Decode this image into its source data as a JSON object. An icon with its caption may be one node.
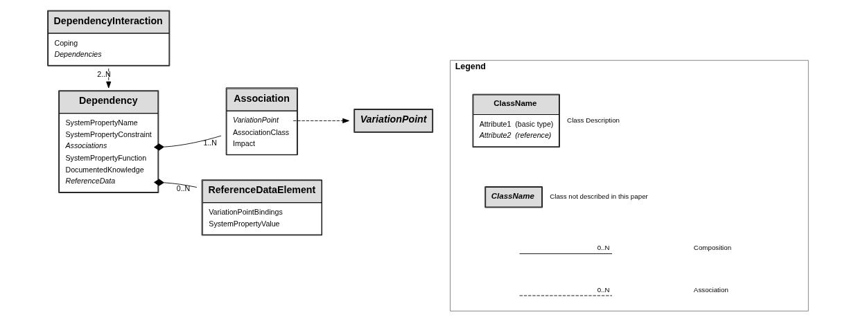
{
  "diagram": {
    "nodes": [
      {
        "text": [
          "Dependency",
          "SystemPropertyName",
          "SystemPropertyConstraint",
          "Associations",
          "SystemPropertyFunction",
          "DocumentedKnowledge",
          "ReferenceData"
        ]
      },
      {
        "text": [
          "Association",
          "VariationPoint",
          "AssociationClass",
          "Impact"
        ]
      },
      {
        "text": [
          "VariationPoint"
        ]
      },
      {
        "text": [
          "ReferenceDataElement",
          "VariationPointBindings",
          "SystemPropertyValue"
        ]
      },
      {
        "text": [
          "DependencyInteraction",
          "Coping",
          "Dependencies"
        ]
      },
      {
        "text": [
          "Legend"
        ]
      },
      {
        "text": [
          "ClassName",
          "Attribute1  (basic type)",
          "Attribute2  (reference)"
        ],
        "in": 5,
        "beside": [
          "Class Description"
        ]
      },
      {
        "text": [
          "ClassName"
        ],
        "in": 5,
        "beside": [
          "Class not described in this paper"
        ]
      }
    ],
    "edges": [
      {
        "from": 0,
        "to": 1,
        "arrow": "other",
        "label": "1..N"
      },
      {
        "from": 0,
        "to": 3,
        "arrow": "other",
        "label": "0..N"
      },
      {
        "from": 1,
        "to": 2,
        "arrow": "to",
        "style": "dashed"
      },
      {
        "from": 4,
        "to": 0,
        "arrow": "to",
        "style": "dashed",
        "label": "2..N"
      }
    ],
    "labels": [
      "0..N",
      "0..N"
    ],
    "legend": [
      {
        "text": "Composition"
      },
      {
        "text": "Association"
      }
    ]
  }
}
